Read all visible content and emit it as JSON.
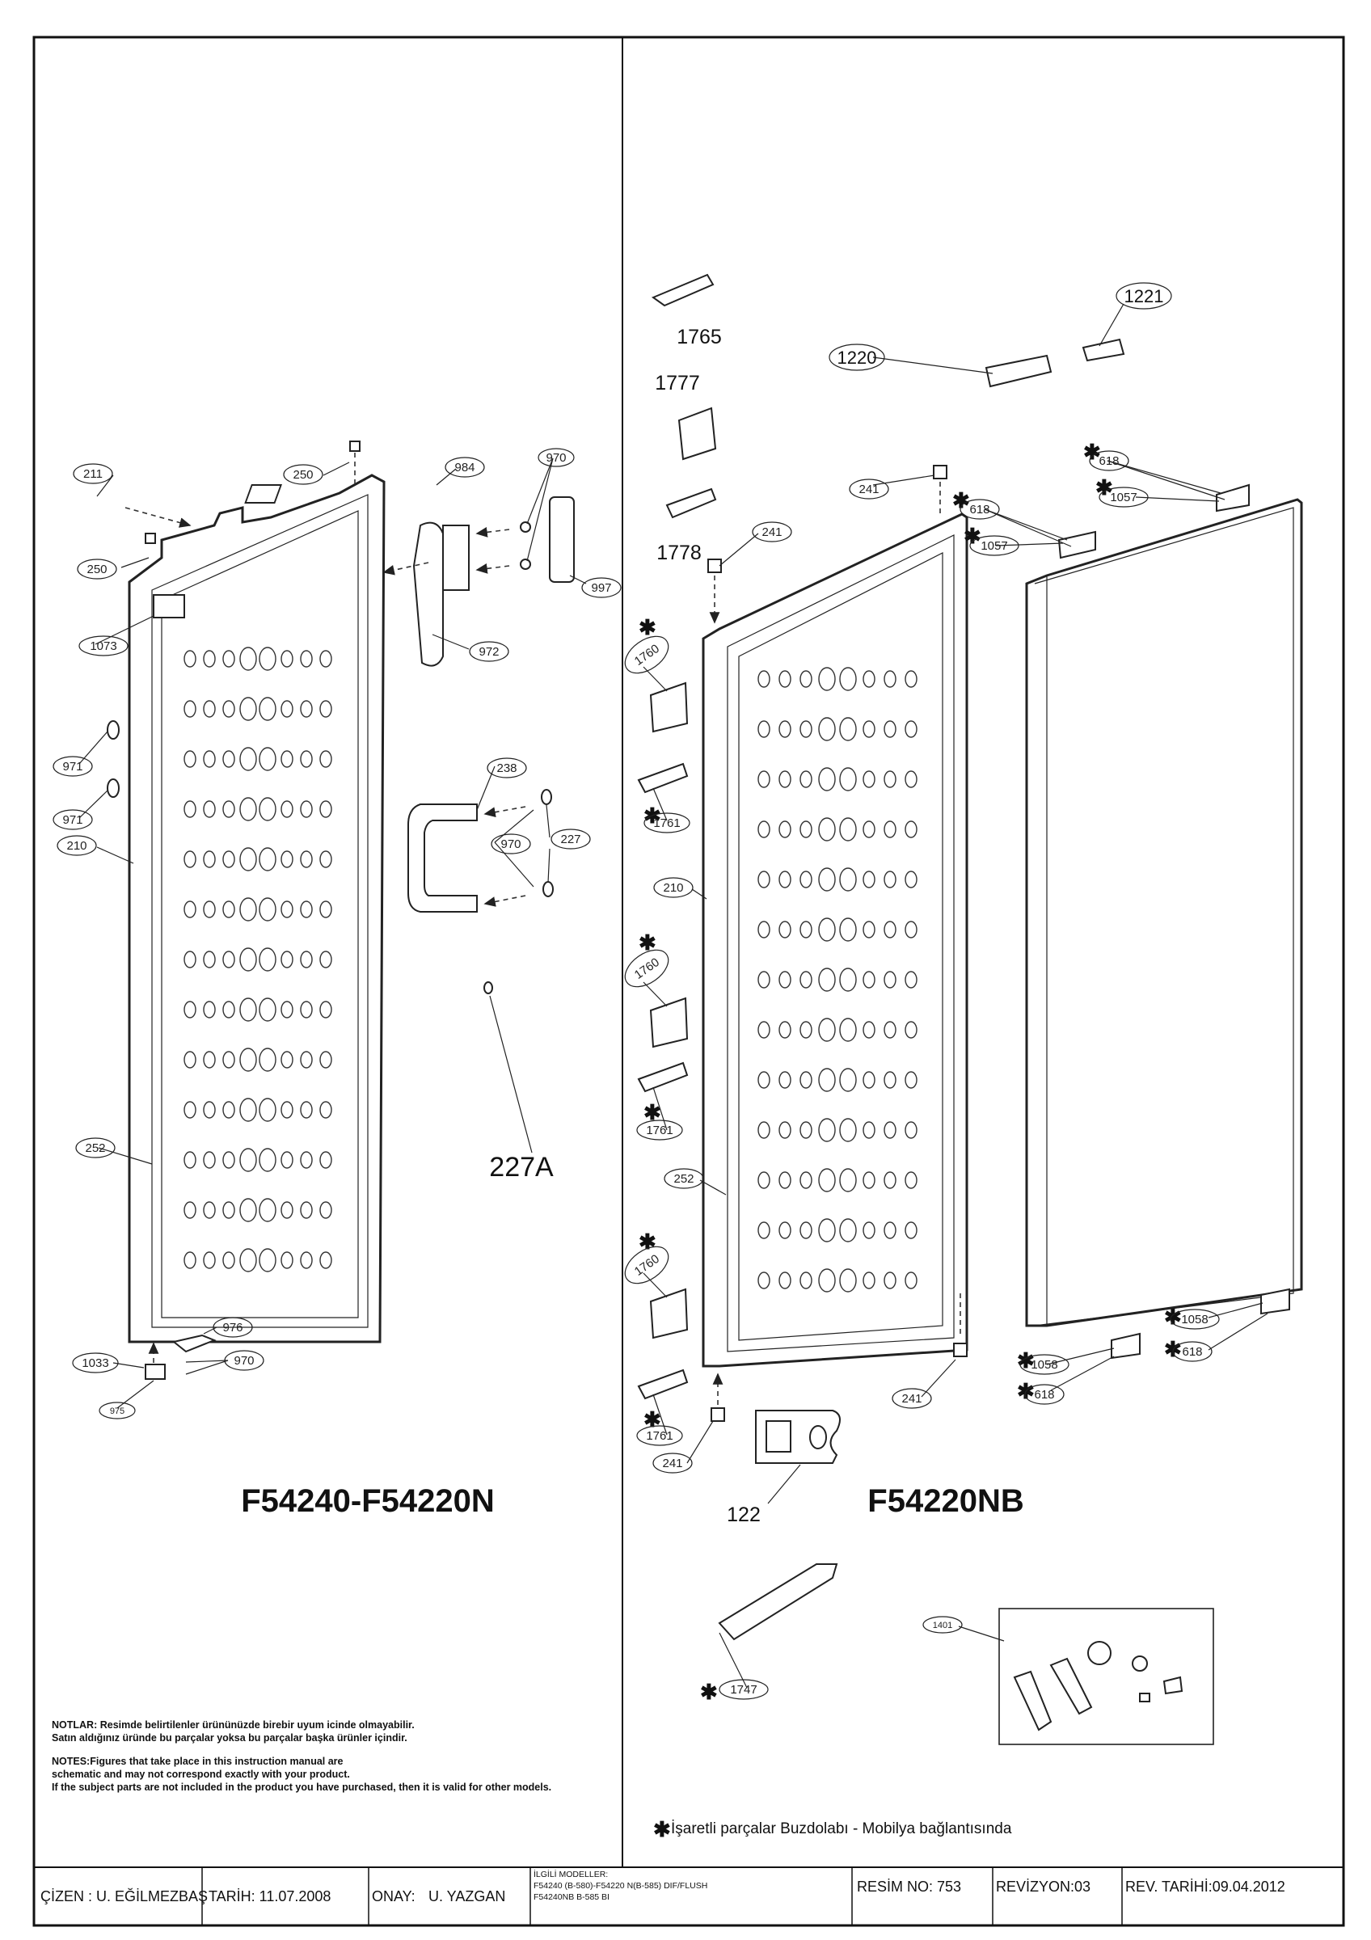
{
  "labels": {
    "l211": "211",
    "l250a": "250",
    "l250b": "250",
    "l984": "984",
    "l970a": "970",
    "l997": "997",
    "l1073": "1073",
    "l972": "972",
    "l971a": "971",
    "l971b": "971",
    "l210a": "210",
    "l238": "238",
    "l970b": "970",
    "l227": "227",
    "l252a": "252",
    "l227A": "227A",
    "l976": "976",
    "l970c": "970",
    "l1033": "1033",
    "l975": "975",
    "l1765": "1765",
    "l1777": "1777",
    "l1778": "1778",
    "l1221": "1221",
    "l1220": "1220",
    "l241a": "241",
    "l241b": "241",
    "l618a": "618",
    "l1057a": "1057",
    "l618b": "618",
    "l1057b": "1057",
    "l1760a": "1760",
    "l1761a": "1761",
    "l210b": "210",
    "l1760b": "1760",
    "l1761b": "1761",
    "l252b": "252",
    "l1760c": "1760",
    "l1761c": "1761",
    "l241c": "241",
    "l241d": "241",
    "l122": "122",
    "l1058a": "1058",
    "l618c": "618",
    "l1058b": "1058",
    "l618d": "618",
    "l1747": "1747",
    "l1401": "1401"
  },
  "models": {
    "left": "F54240-F54220N",
    "right": "F54220NB"
  },
  "notes": {
    "tr_line1": "NOTLAR: Resimde belirtilenler ürününüzde birebir  uyum icinde olmayabilir.",
    "tr_line2": "Satın aldığınız üründe bu parçalar yoksa bu parçalar başka ürünler içindir.",
    "en_line1": "NOTES:Figures that take place in this instruction manual are",
    "en_line2": "schematic  and may not correspond exactly with your product.",
    "en_line3": "If the subject parts are not included in the product you have purchased, then it is valid for other models."
  },
  "legend": {
    "symbol": "✱",
    "text": "İşaretli parçalar Buzdolabı - Mobilya bağlantısında"
  },
  "title_block": {
    "cizen": "ÇİZEN : U. EĞİLMEZBAŞ",
    "tarih": "TARİH: 11.07.2008",
    "onay_label": "ONAY:",
    "onay_name": "U. YAZGAN",
    "models_heading": "İLGİLİ MODELLER:",
    "models_line1": "F54240 (B-580)-F54220 N(B-585) DIF/FLUSH",
    "models_line2": "F54240NB B-585 BI",
    "resim_no": "RESİM NO: 753",
    "revizyon": "REVİZYON:03",
    "rev_tarihi": "REV. TARİHİ:09.04.2012"
  }
}
